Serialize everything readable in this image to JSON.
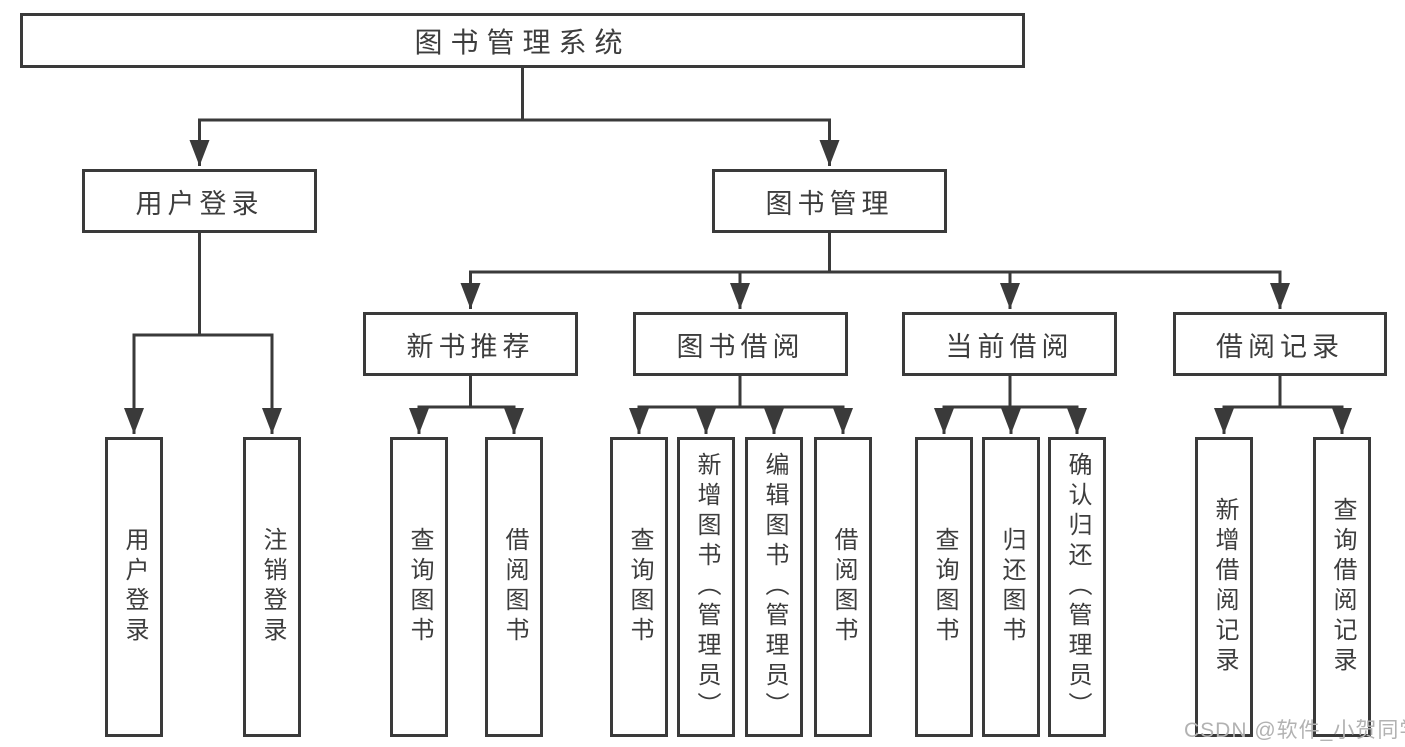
{
  "diagram": {
    "root": "图书管理系统",
    "branches": {
      "user_login": {
        "label": "用户登录",
        "children": [
          "用户登录",
          "注销登录"
        ]
      },
      "book_management": {
        "label": "图书管理",
        "sections": [
          {
            "label": "新书推荐",
            "children": [
              "查询图书",
              "借阅图书"
            ]
          },
          {
            "label": "图书借阅",
            "children": [
              "查询图书",
              "新增图书（管理员）",
              "编辑图书（管理员）",
              "借阅图书"
            ]
          },
          {
            "label": "当前借阅",
            "children": [
              "查询图书",
              "归还图书",
              "确认归还（管理员）"
            ]
          },
          {
            "label": "借阅记录",
            "children": [
              "新增借阅记录",
              "查询借阅记录"
            ]
          }
        ]
      }
    }
  },
  "watermark": "CSDN @软件_小贺同学",
  "colors": {
    "line": "#3a3a3a",
    "text": "#3d3d3d",
    "box_background": "#ffffff",
    "watermark": "#b2b2b2"
  }
}
